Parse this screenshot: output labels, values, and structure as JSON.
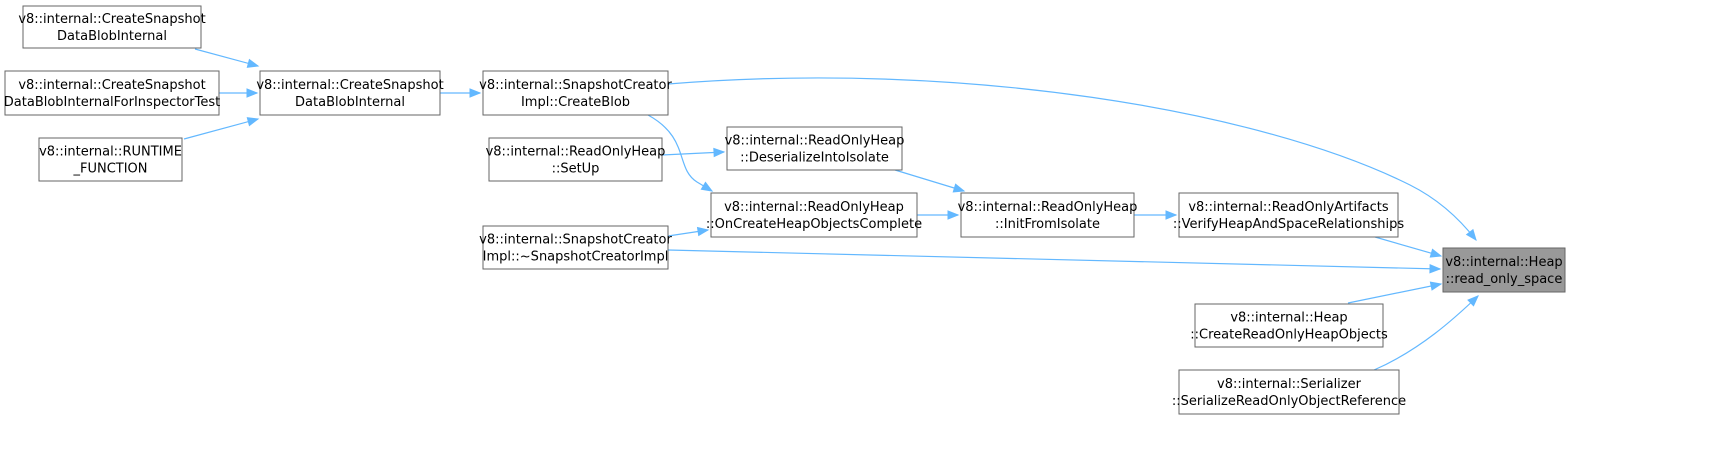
{
  "graph": {
    "nodes": [
      {
        "id": "n1",
        "lines": [
          "v8::internal::CreateSnapshot",
          "DataBlobInternal"
        ],
        "highlight": false
      },
      {
        "id": "n2",
        "lines": [
          "v8::internal::CreateSnapshot",
          "DataBlobInternalForInspectorTest"
        ],
        "highlight": false
      },
      {
        "id": "n3",
        "lines": [
          "v8::internal::RUNTIME",
          "_FUNCTION"
        ],
        "highlight": false
      },
      {
        "id": "n4",
        "lines": [
          "v8::internal::CreateSnapshot",
          "DataBlobInternal"
        ],
        "highlight": false
      },
      {
        "id": "n5",
        "lines": [
          "v8::internal::SnapshotCreator",
          "Impl::CreateBlob"
        ],
        "highlight": false
      },
      {
        "id": "n6",
        "lines": [
          "v8::internal::ReadOnlyHeap",
          "::SetUp"
        ],
        "highlight": false
      },
      {
        "id": "n7",
        "lines": [
          "v8::internal::ReadOnlyHeap",
          "::DeserializeIntoIsolate"
        ],
        "highlight": false
      },
      {
        "id": "n8",
        "lines": [
          "v8::internal::ReadOnlyHeap",
          "::OnCreateHeapObjectsComplete"
        ],
        "highlight": false
      },
      {
        "id": "n9",
        "lines": [
          "v8::internal::SnapshotCreator",
          "Impl::~SnapshotCreatorImpl"
        ],
        "highlight": false
      },
      {
        "id": "n10",
        "lines": [
          "v8::internal::ReadOnlyHeap",
          "::InitFromIsolate"
        ],
        "highlight": false
      },
      {
        "id": "n11",
        "lines": [
          "v8::internal::ReadOnlyArtifacts",
          "::VerifyHeapAndSpaceRelationships"
        ],
        "highlight": false
      },
      {
        "id": "n12",
        "lines": [
          "v8::internal::Heap",
          "::CreateReadOnlyHeapObjects"
        ],
        "highlight": false
      },
      {
        "id": "n13",
        "lines": [
          "v8::internal::Serializer",
          "::SerializeReadOnlyObjectReference"
        ],
        "highlight": false
      },
      {
        "id": "n14",
        "lines": [
          "v8::internal::Heap",
          "::read_only_space"
        ],
        "highlight": true
      }
    ],
    "edges": [
      {
        "from": "n1",
        "to": "n4"
      },
      {
        "from": "n2",
        "to": "n4"
      },
      {
        "from": "n3",
        "to": "n4"
      },
      {
        "from": "n4",
        "to": "n5"
      },
      {
        "from": "n5",
        "to": "n14"
      },
      {
        "from": "n5",
        "to": "n8"
      },
      {
        "from": "n6",
        "to": "n7"
      },
      {
        "from": "n7",
        "to": "n10"
      },
      {
        "from": "n8",
        "to": "n10"
      },
      {
        "from": "n9",
        "to": "n8"
      },
      {
        "from": "n9",
        "to": "n14"
      },
      {
        "from": "n10",
        "to": "n11"
      },
      {
        "from": "n11",
        "to": "n14"
      },
      {
        "from": "n12",
        "to": "n14"
      },
      {
        "from": "n13",
        "to": "n14"
      }
    ],
    "colors": {
      "edge": "#63b8ff",
      "border": "#666666",
      "highlight_fill": "#999999"
    }
  }
}
